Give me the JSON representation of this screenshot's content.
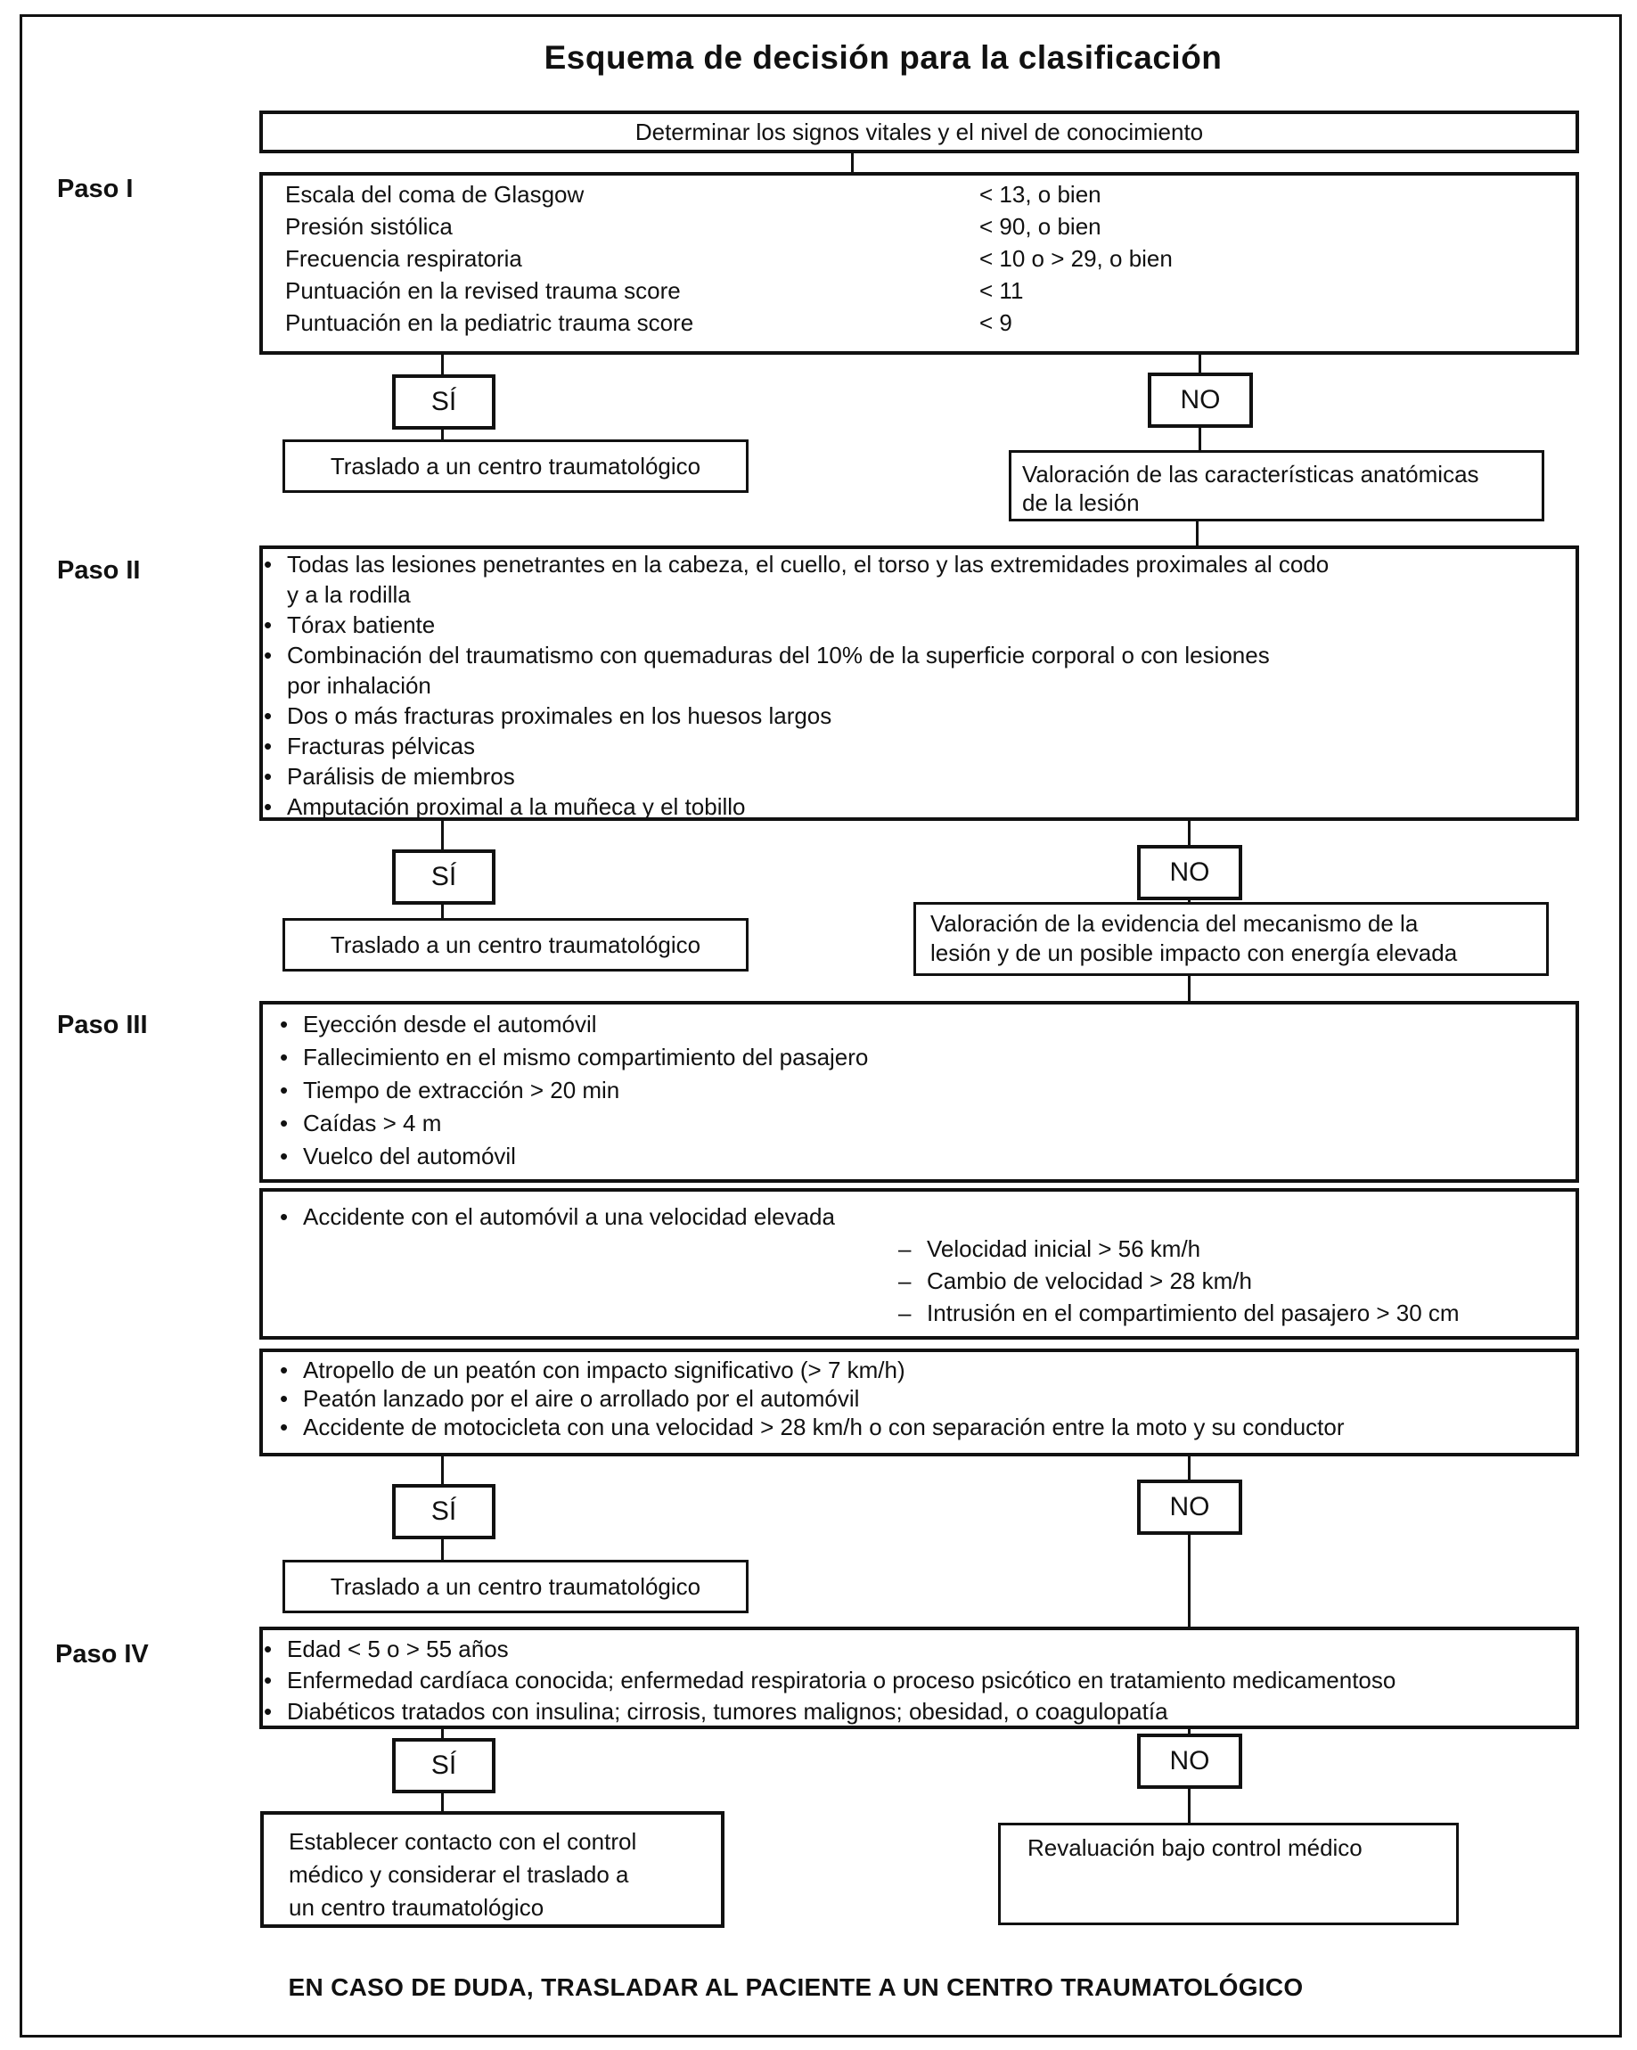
{
  "title": "Esquema de decisión para la clasificación",
  "top_box": "Determinar los signos vitales y el nivel de conocimiento",
  "branch": {
    "yes": "SÍ",
    "no": "NO"
  },
  "footer": "EN CASO DE DUDA, TRASLADAR AL PACIENTE A UN CENTRO TRAUMATOLÓGICO",
  "paso1": {
    "label": "Paso I",
    "criteria": [
      {
        "name": "Escala del coma de Glasgow",
        "value": "< 13, o bien"
      },
      {
        "name": "Presión sistólica",
        "value": "< 90, o bien"
      },
      {
        "name": "Frecuencia respiratoria",
        "value": "< 10 o > 29, o bien"
      },
      {
        "name": "Puntuación en la revised trauma score",
        "value": "< 11"
      },
      {
        "name": "Puntuación en la pediatric trauma score",
        "value": "< 9"
      }
    ],
    "yes_result": "Traslado a un centro traumatológico",
    "no_result_lines": [
      "Valoración de las características anatómicas",
      "de la lesión"
    ]
  },
  "paso2": {
    "label": "Paso II",
    "lines": [
      {
        "style": "bullet",
        "text": "Todas las lesiones penetrantes en la cabeza, el cuello, el torso y las extremidades proximales al codo"
      },
      {
        "style": "cont",
        "text": "y a la rodilla"
      },
      {
        "style": "bullet",
        "text": "Tórax batiente"
      },
      {
        "style": "bullet",
        "text": "Combinación del traumatismo con quemaduras del 10% de la superficie corporal o con lesiones"
      },
      {
        "style": "cont",
        "text": "por inhalación"
      },
      {
        "style": "bullet",
        "text": "Dos o más fracturas proximales en los huesos largos"
      },
      {
        "style": "bullet",
        "text": "Fracturas pélvicas"
      },
      {
        "style": "bullet",
        "text": "Parálisis de miembros"
      },
      {
        "style": "bullet",
        "text": "Amputación proximal a la muñeca y el tobillo"
      }
    ],
    "yes_result": "Traslado a un centro traumatológico",
    "no_result_lines": [
      "Valoración de la evidencia del mecanismo de la",
      "lesión y de un posible impacto con energía elevada"
    ]
  },
  "paso3": {
    "label": "Paso III",
    "group1": [
      {
        "style": "bullet",
        "text": "Eyección desde el automóvil"
      },
      {
        "style": "bullet",
        "text": "Fallecimiento en el mismo compartimiento del pasajero"
      },
      {
        "style": "bullet",
        "text": "Tiempo de extracción > 20 min"
      },
      {
        "style": "bullet",
        "text": "Caídas > 4 m"
      },
      {
        "style": "bullet",
        "text": "Vuelco del automóvil"
      }
    ],
    "group2": [
      {
        "style": "bullet",
        "text": "Accidente con el automóvil a una velocidad elevada"
      },
      {
        "style": "dash",
        "text": "Velocidad inicial > 56 km/h"
      },
      {
        "style": "dash",
        "text": "Cambio de velocidad > 28 km/h"
      },
      {
        "style": "dash",
        "text": "Intrusión en el compartimiento del pasajero > 30 cm"
      }
    ],
    "group3": [
      {
        "style": "bullet",
        "text": "Atropello de un peatón con impacto significativo (> 7 km/h)"
      },
      {
        "style": "bullet",
        "text": "Peatón lanzado por el aire o arrollado por el automóvil"
      },
      {
        "style": "bullet",
        "text": "Accidente de motocicleta con una velocidad > 28 km/h o con separación entre la moto y su conductor"
      }
    ],
    "yes_result": "Traslado a un centro traumatológico"
  },
  "paso4": {
    "label": "Paso IV",
    "lines": [
      {
        "style": "bullet",
        "text": "Edad < 5 o > 55 años"
      },
      {
        "style": "bullet",
        "text": "Enfermedad cardíaca conocida; enfermedad respiratoria o proceso psicótico en tratamiento medicamentoso"
      },
      {
        "style": "bullet",
        "text": "Diabéticos tratados con insulina; cirrosis, tumores malignos; obesidad, o coagulopatía"
      }
    ],
    "yes_result_lines": [
      "Establecer contacto con el control",
      "médico y considerar el traslado a",
      "un centro traumatológico"
    ],
    "no_result_lines": [
      "Revaluación bajo control médico"
    ]
  }
}
